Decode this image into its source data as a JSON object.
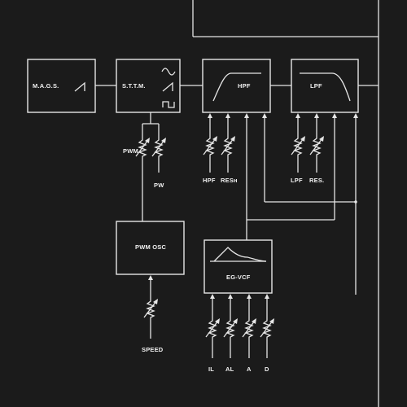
{
  "blocks": {
    "mags": "M.A.G.S.",
    "sttm": "S.T.T.M.",
    "hpf": "HPF",
    "lpf": "LPF",
    "pwm_osc": "PWM OSC",
    "eg_vcf": "EG-VCF"
  },
  "controls": {
    "pwm": "PWM",
    "pw": "PW",
    "hpf": "HPF",
    "hpf_res": "RESн",
    "lpf": "LPF",
    "lpf_res": "RES.",
    "speed": "SPEED",
    "il": "IL",
    "al": "AL",
    "a": "A",
    "d": "D"
  },
  "colors": {
    "background": "#1b1b1b",
    "line": "#e6e6e6"
  }
}
